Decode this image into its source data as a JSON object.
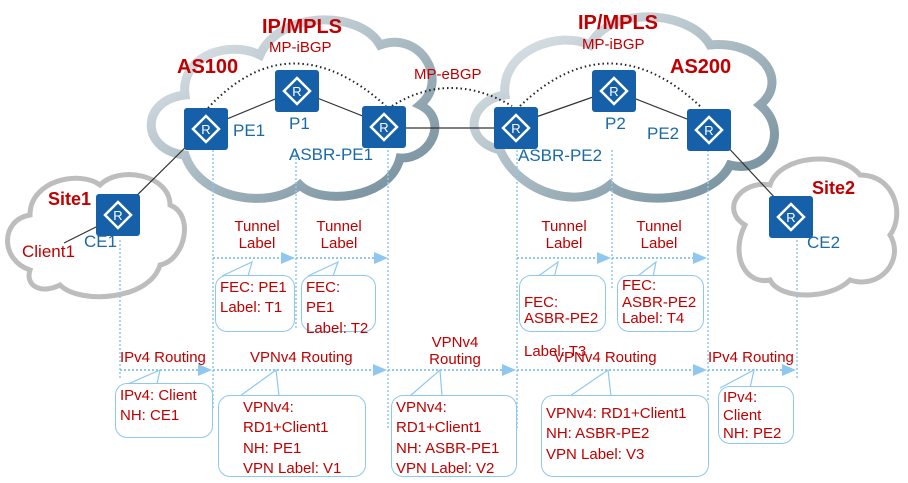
{
  "clouds": {
    "as100": {
      "title": "IP/MPLS",
      "subtitle": "MP-iBGP",
      "as_label": "AS100"
    },
    "as200": {
      "title": "IP/MPLS",
      "subtitle": "MP-iBGP",
      "as_label": "AS200"
    },
    "inter_as_session": "MP-eBGP",
    "site1": "Site1",
    "site2": "Site2"
  },
  "devices": {
    "pe1": "PE1",
    "p1": "P1",
    "asbr_pe1": "ASBR-PE1",
    "asbr_pe2": "ASBR-PE2",
    "p2": "P2",
    "pe2": "PE2",
    "ce1": "CE1",
    "ce2": "CE2",
    "client1": "Client1"
  },
  "tunnel_labels": [
    {
      "header": "Tunnel\nLabel",
      "fec": "FEC: PE1",
      "label": "Label: T1"
    },
    {
      "header": "Tunnel\nLabel",
      "fec": "FEC: PE1",
      "label": "Label: T2"
    },
    {
      "header": "Tunnel\nLabel",
      "fec": "FEC:\nASBR-PE2",
      "label": "Label: T3"
    },
    {
      "header": "Tunnel\nLabel",
      "fec": "FEC:\nASBR-PE2",
      "label": "Label: T4"
    }
  ],
  "routing": [
    {
      "header": "IPv4 Routing",
      "lines": [
        "IPv4: Client",
        "NH: CE1"
      ]
    },
    {
      "header": "VPNv4 Routing",
      "lines": [
        "VPNv4:",
        "RD1+Client1",
        "NH: PE1",
        "VPN Label: V1"
      ]
    },
    {
      "header": "VPNv4\nRouting",
      "lines": [
        "VPNv4:",
        "RD1+Client1",
        "NH: ASBR-PE1",
        "VPN Label: V2"
      ]
    },
    {
      "header": "VPNv4 Routing",
      "lines": [
        "VPNv4: RD1+Client1",
        "NH: ASBR-PE2",
        "VPN Label: V3"
      ]
    },
    {
      "header": "IPv4 Routing",
      "lines": [
        "IPv4:",
        "Client",
        "NH: PE2"
      ]
    }
  ],
  "colors": {
    "router": "#1560a8",
    "label_red": "#c00000",
    "device_blue": "#1a6aa8",
    "guide_blue": "#8ec8f0"
  }
}
